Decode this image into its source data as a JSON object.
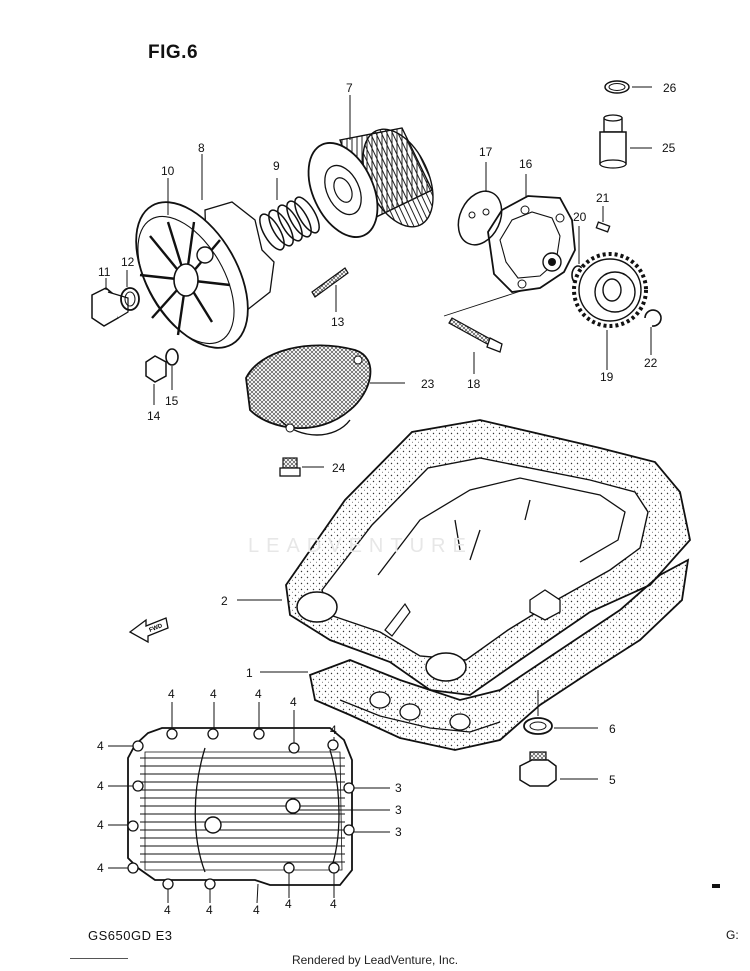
{
  "figure": {
    "title": "FIG.6",
    "model_code": "GS650GD E3",
    "edge_code": "G:",
    "watermark": "LEADVENTURE",
    "footer": "Rendered by LeadVenture, Inc.",
    "fwd_label": "FWD"
  },
  "callouts": {
    "c26": "26",
    "c25": "25",
    "c7": "7",
    "c8": "8",
    "c9": "9",
    "c10": "10",
    "c17": "17",
    "c16": "16",
    "c21": "21",
    "c20": "20",
    "c11": "11",
    "c12": "12",
    "c13": "13",
    "c18": "18",
    "c19": "19",
    "c22": "22",
    "c14": "14",
    "c15": "15",
    "c23": "23",
    "c24": "24",
    "c2": "2",
    "c1": "1",
    "c6": "6",
    "c5": "5",
    "c4": "4",
    "c3": "3"
  }
}
